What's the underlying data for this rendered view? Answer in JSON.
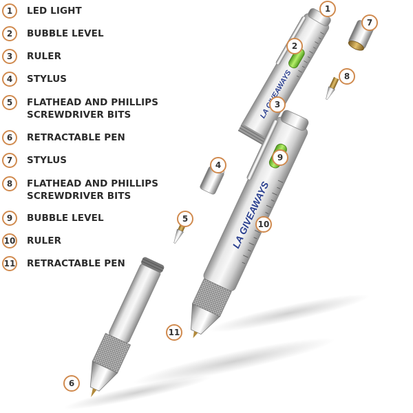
{
  "legend": [
    {
      "number": "1",
      "lines": [
        "LED LIGHT"
      ]
    },
    {
      "number": "2",
      "lines": [
        "BUBBLE LEVEL"
      ]
    },
    {
      "number": "3",
      "lines": [
        "RULER"
      ]
    },
    {
      "number": "4",
      "lines": [
        "STYLUS"
      ]
    },
    {
      "number": "5",
      "lines": [
        "FLATHEAD AND PHILLIPS",
        "SCREWDRIVER BITS"
      ]
    },
    {
      "number": "6",
      "lines": [
        "RETRACTABLE PEN"
      ]
    },
    {
      "number": "7",
      "lines": [
        "STYLUS"
      ]
    },
    {
      "number": "8",
      "lines": [
        "FLATHEAD AND PHILLIPS",
        "SCREWDRIVER BITS"
      ]
    },
    {
      "number": "9",
      "lines": [
        "BUBBLE LEVEL"
      ]
    },
    {
      "number": "10",
      "lines": [
        "RULER"
      ]
    },
    {
      "number": "11",
      "lines": [
        "RETRACTABLE PEN"
      ]
    }
  ],
  "pen_brand": "LA GIVEAWAYS",
  "callouts": [
    "1",
    "2",
    "3",
    "4",
    "5",
    "6",
    "7",
    "8",
    "9",
    "10",
    "11"
  ],
  "colors": {
    "badge_border": "#d08a4e",
    "label_text": "#2b2b2b",
    "barrel": "#c9c9c9",
    "bubble": "#8fd14f",
    "brand_blue": "#2a3f8f",
    "brand_red": "#c0272d",
    "brass": "#c7a14a"
  }
}
